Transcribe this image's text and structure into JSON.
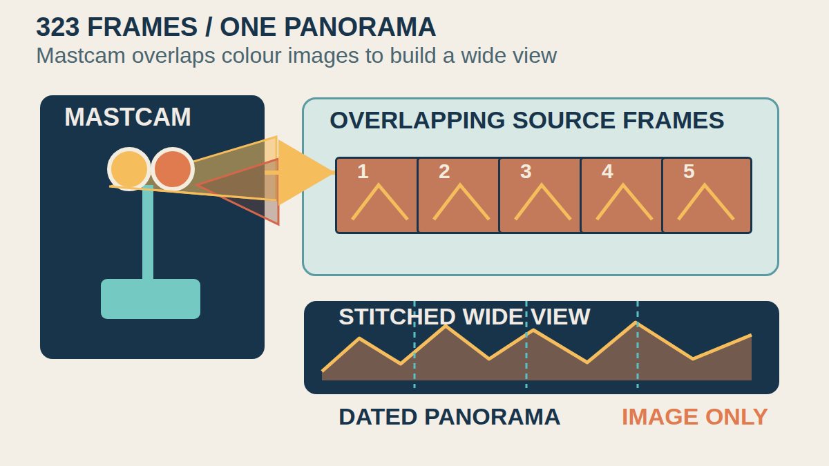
{
  "diagram": {
    "title": "323 FRAMES / ONE PANORAMA",
    "nodes": [
      {
        "text": [
          "MASTCAM"
        ]
      },
      {
        "text": [
          "OVERLAPPING SOURCE FRAMES"
        ]
      },
      {
        "text": [
          "1"
        ],
        "in": 1
      },
      {
        "text": [
          "2"
        ],
        "in": 1
      },
      {
        "text": [
          "3"
        ],
        "in": 1
      },
      {
        "text": [
          "4"
        ],
        "in": 1
      },
      {
        "text": [
          "5"
        ],
        "in": 1
      },
      {
        "text": [
          "STITCHED WIDE VIEW"
        ]
      }
    ],
    "edges": [
      {
        "from": 0,
        "to": 2,
        "arrow": "to"
      }
    ],
    "labels": [
      "Mastcam overlaps colour images to build a wide view",
      "DATED PANORAMA",
      "IMAGE ONLY"
    ]
  }
}
